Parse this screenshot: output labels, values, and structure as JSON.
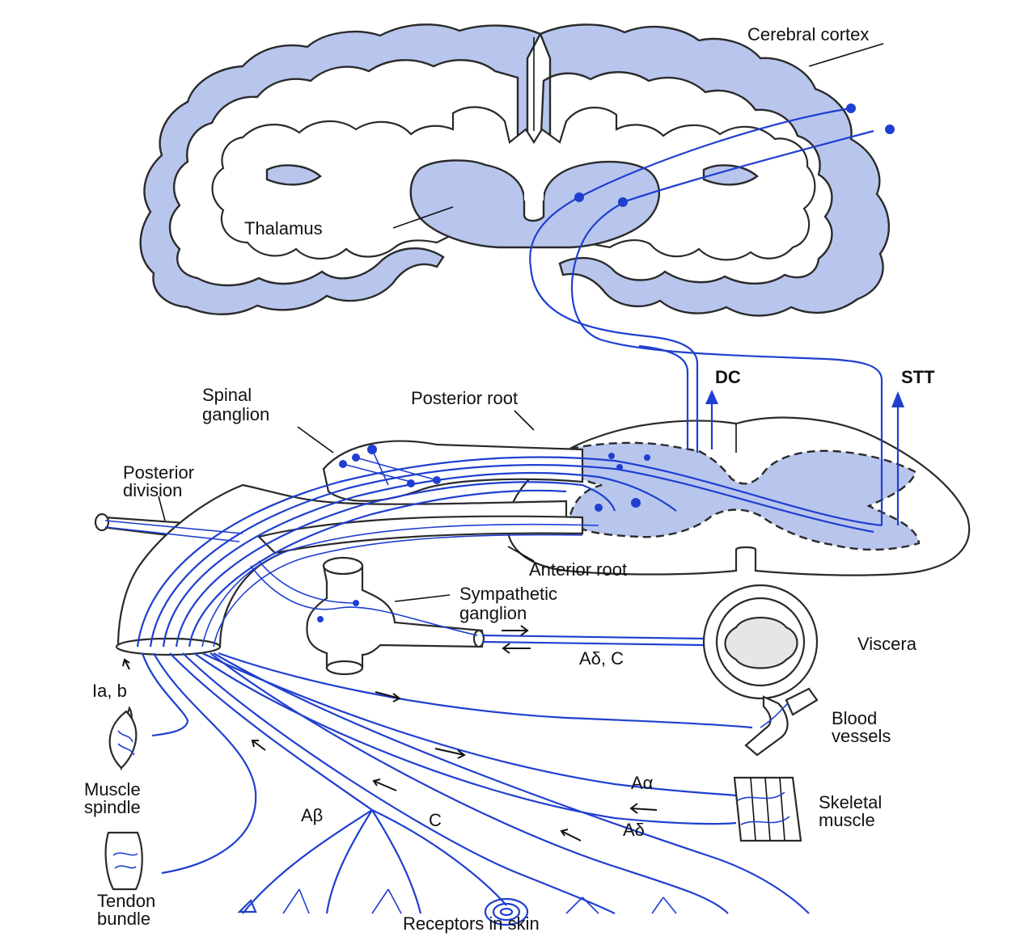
{
  "labels": {
    "cerebral_cortex": "Cerebral cortex",
    "thalamus": "Thalamus",
    "dc": "DC",
    "stt": "STT",
    "spinal_ganglion_1": "Spinal",
    "spinal_ganglion_2": "ganglion",
    "posterior_root": "Posterior root",
    "posterior_division_1": "Posterior",
    "posterior_division_2": "division",
    "anterior_root": "Anterior root",
    "sympathetic_ganglion_1": "Sympathetic",
    "sympathetic_ganglion_2": "ganglion",
    "viscera": "Viscera",
    "a_delta_c": "Aδ, C",
    "ia_b": "Ia, b",
    "blood_vessels_1": "Blood",
    "blood_vessels_2": "vessels",
    "muscle_spindle_1": "Muscle",
    "muscle_spindle_2": "spindle",
    "a_alpha": "Aα",
    "skeletal_muscle_1": "Skeletal",
    "skeletal_muscle_2": "muscle",
    "a_beta": "Aβ",
    "c": "C",
    "a_delta": "Aδ",
    "tendon_bundle_1": "Tendon",
    "tendon_bundle_2": "bundle",
    "receptors_in_skin": "Receptors in skin"
  },
  "colors": {
    "tissue_fill": "#b8c6ee",
    "nerve": "#1f3fd0",
    "outline": "#2a2a2a",
    "text": "#111111"
  }
}
